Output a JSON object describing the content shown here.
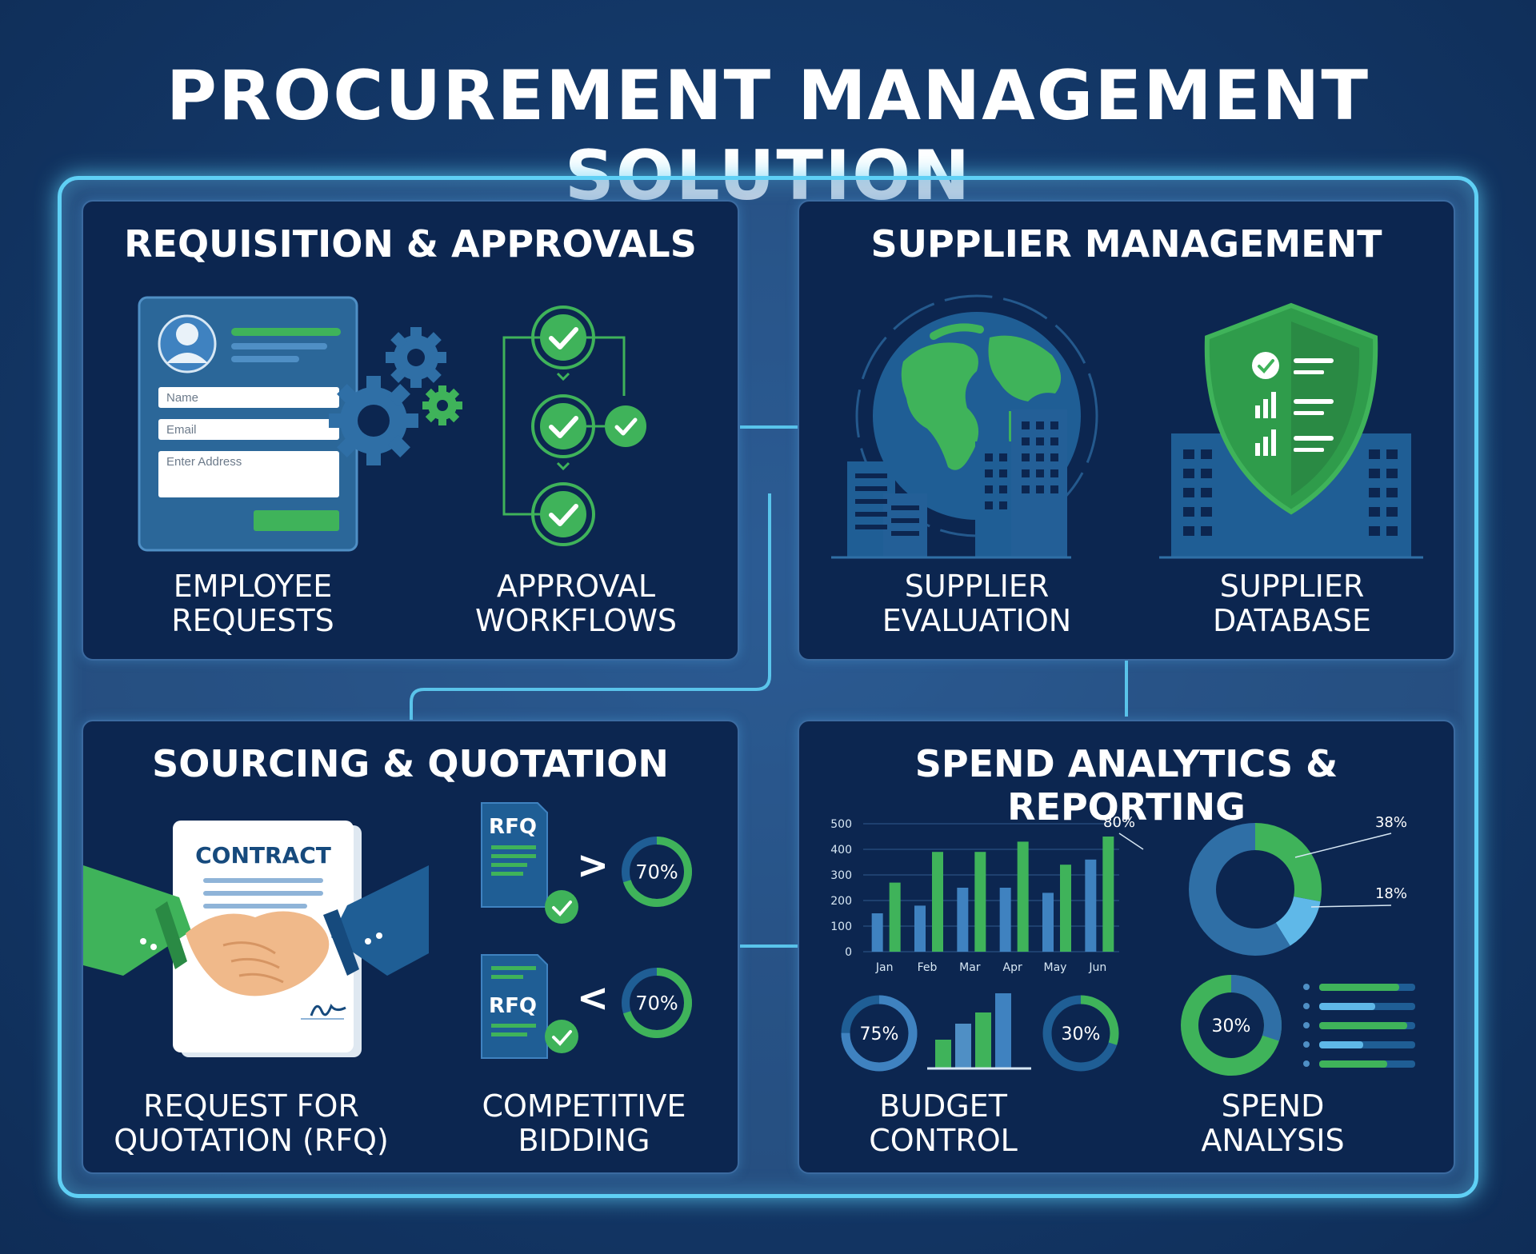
{
  "title": "PROCUREMENT MANAGEMENT SOLUTION",
  "colors": {
    "accent_green": "#3fb35a",
    "glow_cyan": "#5fd0f5",
    "panel_bg": "#0c2650",
    "blue_mid": "#2f6fa6"
  },
  "panels": {
    "requisition": {
      "title": "REQUISITION & APPROVALS",
      "form": {
        "name_placeholder": "Name",
        "email_placeholder": "Email",
        "address_placeholder": "Enter Address"
      },
      "items": [
        {
          "line1": "EMPLOYEE",
          "line2": "REQUESTS",
          "icon": "user-form-icon"
        },
        {
          "line1": "APPROVAL",
          "line2": "WORKFLOWS",
          "icon": "workflow-icon"
        }
      ]
    },
    "supplier": {
      "title": "SUPPLIER MANAGEMENT",
      "items": [
        {
          "line1": "SUPPLIER",
          "line2": "EVALUATION",
          "icon": "globe-icon"
        },
        {
          "line1": "SUPPLIER",
          "line2": "DATABASE",
          "icon": "shield-icon"
        }
      ]
    },
    "sourcing": {
      "title": "SOURCING & QUOTATION",
      "contract_label": "CONTRACT",
      "rfq_label": "RFQ",
      "rfq_rows": [
        {
          "symbol": ">",
          "percent_label": "70%",
          "value": 70
        },
        {
          "symbol": "<",
          "percent_label": "70%",
          "value": 70
        }
      ],
      "items": [
        {
          "line1": "REQUEST FOR",
          "line2": "QUOTATION (RFQ)",
          "icon": "handshake-icon"
        },
        {
          "line1": "COMPETITIVE",
          "line2": "BIDDING",
          "icon": "rfq-document-icon"
        }
      ]
    },
    "analytics": {
      "title": "SPEND ANALYTICS & REPORTING",
      "items": [
        {
          "line1": "BUDGET",
          "line2": "CONTROL",
          "icon": "budget-gauge-icon"
        },
        {
          "line1": "SPEND",
          "line2": "ANALYSIS",
          "icon": "spend-donut-icon"
        }
      ],
      "budget_gauges": [
        {
          "label": "75%",
          "value": 75
        },
        {
          "label": "30%",
          "value": 30
        }
      ],
      "spend_gauge": {
        "label": "30%",
        "value": 30
      }
    }
  },
  "chart_data": [
    {
      "type": "bar",
      "categories": [
        "Jan",
        "Feb",
        "Mar",
        "Apr",
        "May",
        "Jun"
      ],
      "series": [
        {
          "values": [
            150,
            180,
            250,
            250,
            230,
            360
          ]
        },
        {
          "values": [
            270,
            390,
            390,
            430,
            340,
            450
          ]
        }
      ],
      "y_ticks": [
        0,
        100,
        200,
        300,
        400,
        500
      ],
      "ylim": [
        0,
        500
      ],
      "grid": true
    },
    {
      "type": "pie",
      "slices": [
        {
          "label": "80%",
          "value": 80
        },
        {
          "label": "38%",
          "value": 38
        },
        {
          "label": "18%",
          "value": 18
        }
      ]
    }
  ]
}
